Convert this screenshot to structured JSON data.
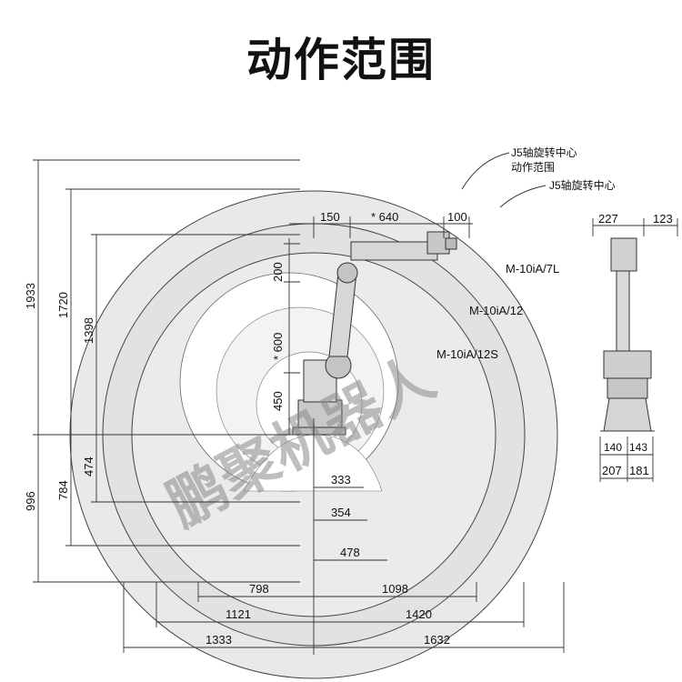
{
  "title": "动作范围",
  "callouts": {
    "j5_range_line1": "J5轴旋转中心",
    "j5_range_line2": "动作范围",
    "j5_center": "J5轴旋转中心"
  },
  "models": {
    "m7l": "M-10iA/7L",
    "m12": "M-10iA/12",
    "m12s": "M-10iA/12S"
  },
  "left_dims": {
    "d1933": "1933",
    "d1720": "1720",
    "d1398": "1398",
    "d996": "996",
    "d784": "784",
    "d474": "474"
  },
  "arm_dims": {
    "d150": "150",
    "d640": "* 640",
    "d100": "100",
    "d200": "200",
    "d600": "* 600",
    "d450": "450"
  },
  "inner_dims": {
    "d333": "333",
    "d354": "354",
    "d478": "478"
  },
  "bottom_dims": {
    "d798": "798",
    "d1098": "1098",
    "d1121": "1121",
    "d1420": "1420",
    "d1333": "1333",
    "d1632": "1632"
  },
  "side_dims": {
    "d227": "227",
    "d123": "123",
    "d140": "140",
    "d143": "143",
    "d207": "207",
    "d181": "181"
  },
  "watermark": "鹏聚机器人",
  "colors": {
    "range_fill": "#e6e6e6",
    "line": "#3a3a3a",
    "robot": "#cfcfcf",
    "watermark": "#7a7a7a"
  }
}
